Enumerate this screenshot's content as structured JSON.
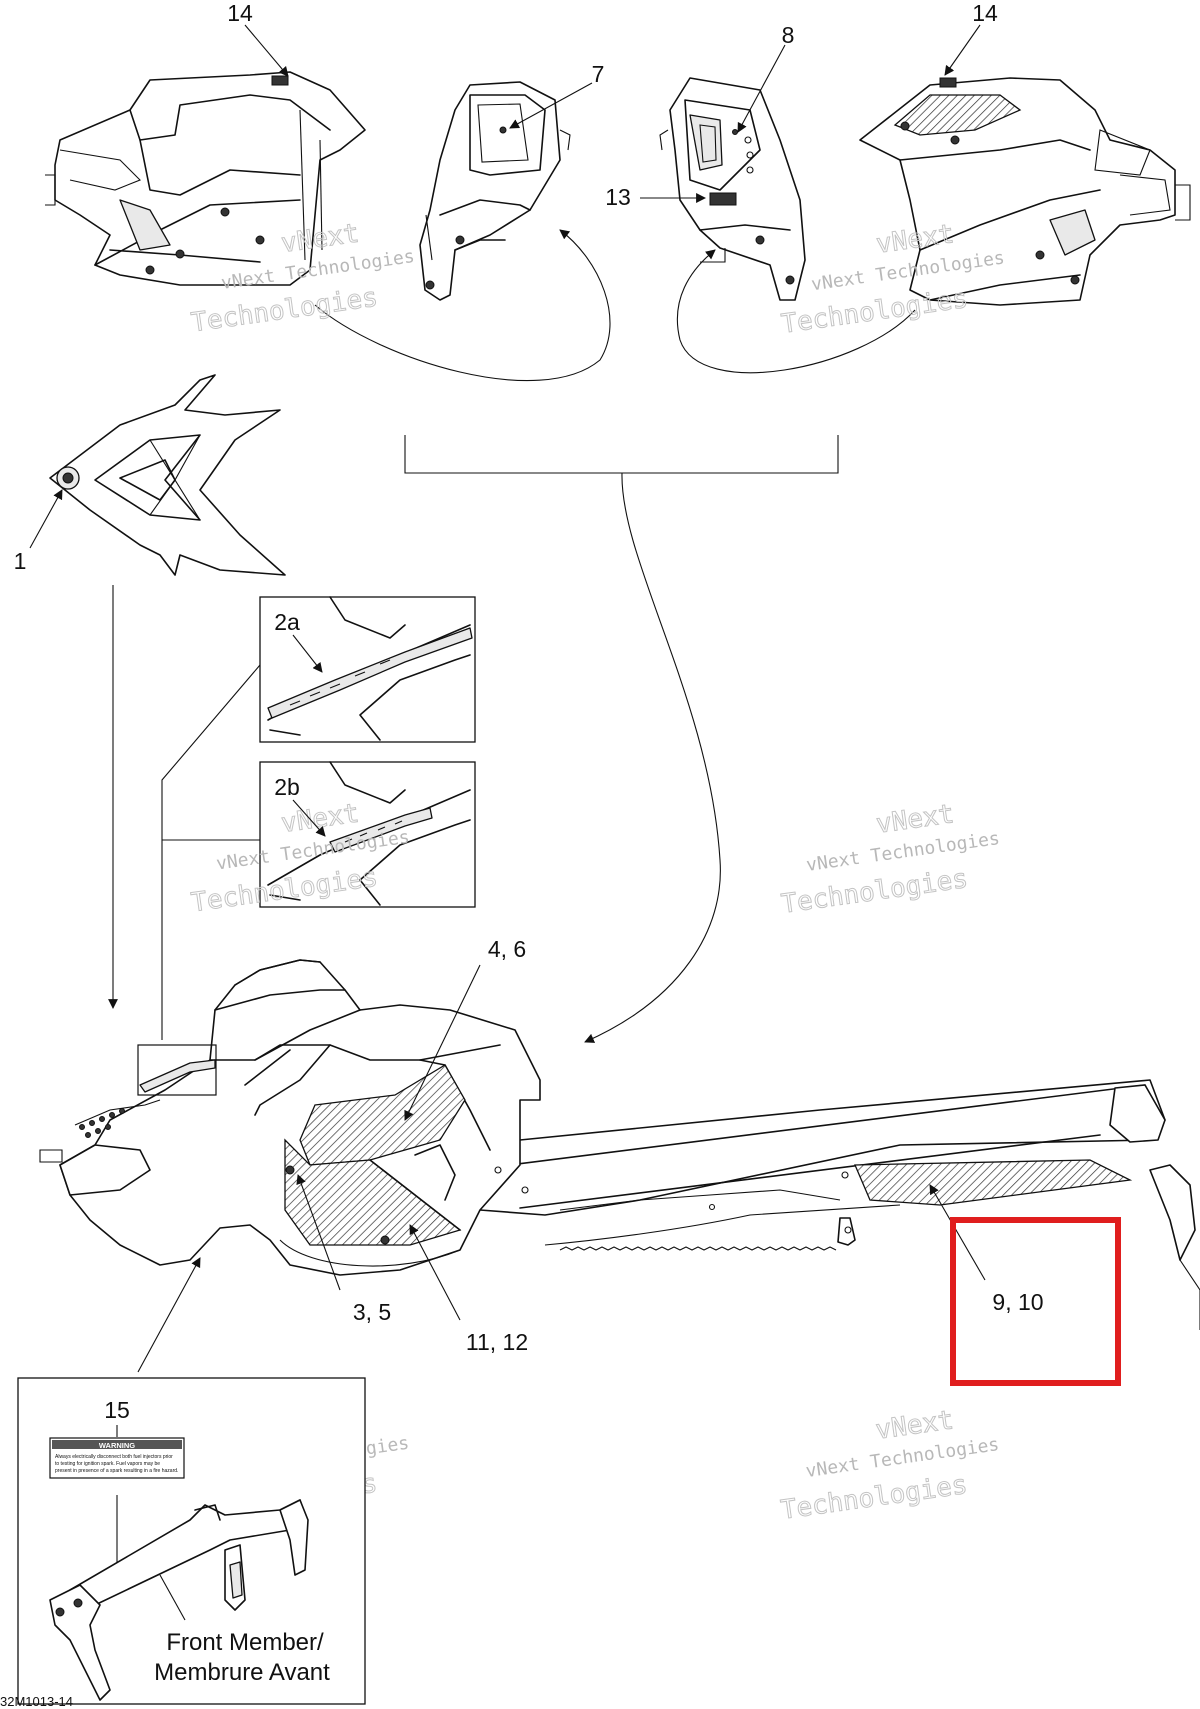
{
  "callouts": {
    "c14_left": "14",
    "c7": "7",
    "c8": "8",
    "c14_right": "14",
    "c13": "13",
    "c1": "1",
    "c2a": "2a",
    "c2b": "2b",
    "c4_6": "4, 6",
    "c3_5": "3, 5",
    "c11_12": "11, 12",
    "c9_10": "9, 10",
    "c15": "15"
  },
  "front_member_label": {
    "line1": "Front Member/",
    "line2": "Membrure Avant"
  },
  "warning_label": {
    "title": "WARNING",
    "line1": "Always electrically disconnect both fuel injectors prior",
    "line2": "to testing for ignition spark. Fuel vapors may be",
    "line3": "present in presence of a spark resulting in a fire hazard."
  },
  "diagram_code": "32M1013-14",
  "watermark": {
    "line0": "vNext",
    "line1": "vNext Technologies",
    "line2": "Technologies"
  },
  "colors": {
    "highlight_box": "#e01e1e",
    "line": "#111111",
    "watermark": "#bbbbbb"
  }
}
